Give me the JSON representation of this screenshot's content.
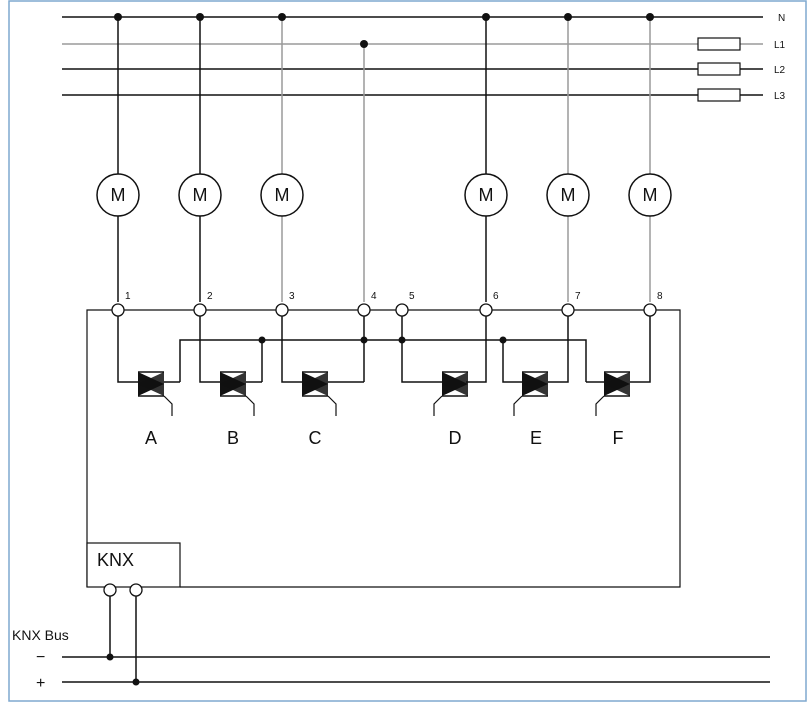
{
  "lines": {
    "n": "N",
    "l1": "L1",
    "l2": "L2",
    "l3": "L3"
  },
  "motor_label": "M",
  "terminals": [
    "1",
    "2",
    "3",
    "4",
    "5",
    "6",
    "7",
    "8"
  ],
  "channels": [
    "A",
    "B",
    "C",
    "D",
    "E",
    "F"
  ],
  "knx": {
    "module_label": "KNX",
    "bus_label": "KNX Bus",
    "minus": "−",
    "plus": "+"
  },
  "colors": {
    "line": "#111111",
    "grey_wire": "#9a9a9a",
    "border": "#7fa9cf"
  }
}
